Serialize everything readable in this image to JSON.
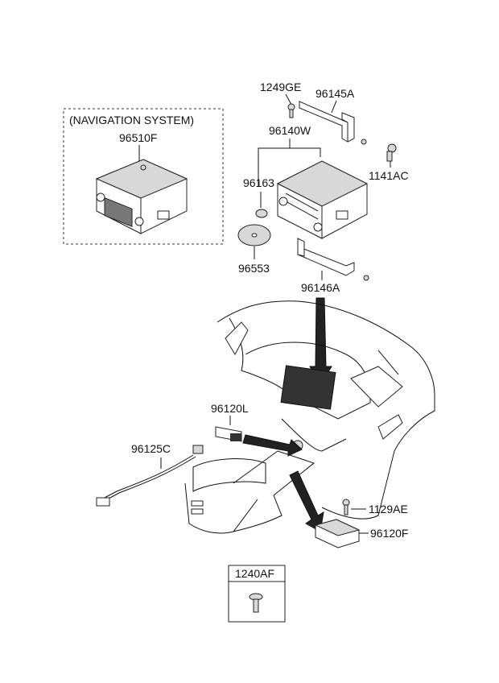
{
  "navigation_box": {
    "title": "(NAVIGATION SYSTEM)",
    "part": "96510F"
  },
  "labels": {
    "bolt_1249GE": "1249GE",
    "bracket_96145A": "96145A",
    "head_unit_96140W": "96140W",
    "knob_96163": "96163",
    "screw_1141AC": "1141AC",
    "disc_96553": "96553",
    "bracket_96146A": "96146A",
    "jack_96120L": "96120L",
    "cable_96125C": "96125C",
    "bolt_1129AE": "1129AE",
    "module_96120F": "96120F"
  },
  "legend_box": {
    "part": "1240AF"
  }
}
